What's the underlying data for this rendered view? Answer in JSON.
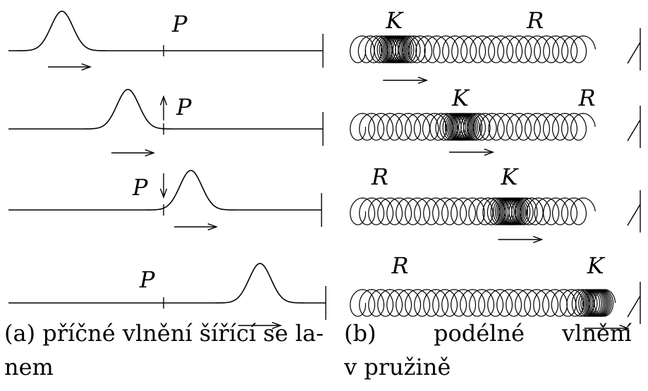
{
  "panel_a": {
    "point_label": "P",
    "caption_line1": "(a) příčné vlnění šířící se la-",
    "caption_line2": "nem",
    "rows": [
      {
        "pulse_position": 0.17,
        "point_motion": "none"
      },
      {
        "pulse_position": 0.38,
        "point_motion": "up"
      },
      {
        "pulse_position": 0.58,
        "point_motion": "down"
      },
      {
        "pulse_position": 0.8,
        "point_motion": "none"
      }
    ]
  },
  "panel_b": {
    "compression_label": "K",
    "rarefaction_label": "R",
    "caption_word1": "(b)",
    "caption_word2": "podélné",
    "caption_word3": "vlnění",
    "caption_line2": "v pružině",
    "rows": [
      {
        "compression_position": 0.15,
        "rarefaction_position": 0.64
      },
      {
        "compression_position": 0.38,
        "rarefaction_position": 0.82
      },
      {
        "compression_position": 0.55,
        "rarefaction_position": 0.1
      },
      {
        "compression_position": 0.85,
        "rarefaction_position": 0.17
      }
    ]
  }
}
